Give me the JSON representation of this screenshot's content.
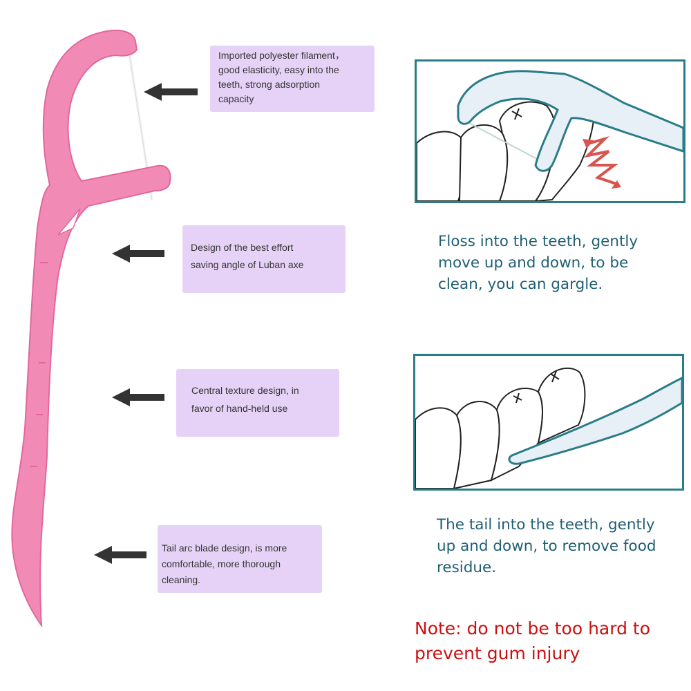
{
  "callouts": [
    {
      "icon": "left-arrow-icon",
      "lines": [
        "Imported polyester filament，",
        "good elasticity, easy into the",
        "teeth, strong adsorption",
        "capacity"
      ]
    },
    {
      "icon": "left-arrow-icon",
      "lines": [
        "Design of the best effort",
        "saving angle of Luban axe"
      ]
    },
    {
      "icon": "left-arrow-icon",
      "lines": [
        "Central texture design, in",
        "favor of hand-held use"
      ]
    },
    {
      "icon": "left-arrow-icon",
      "lines": [
        "Tail arc blade design, is more",
        "comfortable, more thorough",
        "cleaning."
      ]
    }
  ],
  "steps": [
    {
      "illustration": "floss-between-teeth-icon",
      "caption": [
        "Floss into the teeth, gently",
        "move up and down, to be",
        "clean, you can gargle."
      ]
    },
    {
      "illustration": "tail-pick-teeth-icon",
      "caption": [
        "The tail into the teeth, gently",
        "up and down, to remove food",
        "residue."
      ]
    }
  ],
  "note": [
    "Note: do not be too hard to",
    "prevent gum injury"
  ],
  "colors": {
    "pick": "#f28ab6",
    "pick_dark": "#e2679c",
    "callout_bg": "#e6d2f7",
    "panel_border": "#2a7c88",
    "caption_text": "#1f5f74",
    "note_text": "#cc1010",
    "motion_arrow": "#d9534f"
  }
}
